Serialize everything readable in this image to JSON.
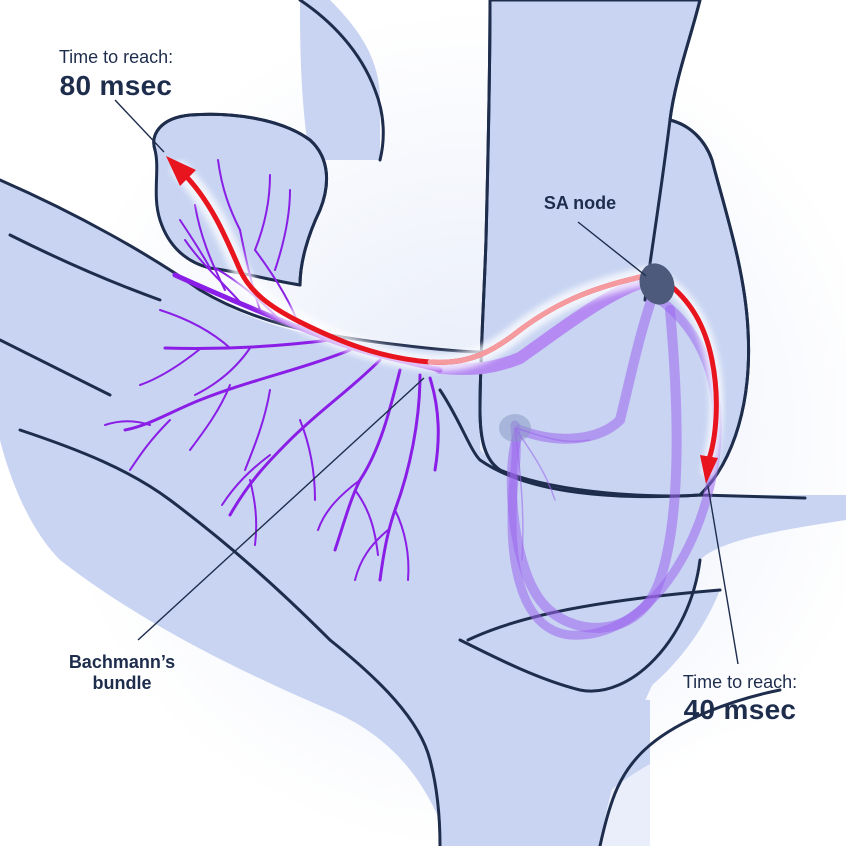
{
  "labels": {
    "top_time_caption": "Time to reach:",
    "top_time_value": "80 msec",
    "sa_node": "SA node",
    "bachmann_line1": "Bachmann’s",
    "bachmann_line2": "bundle",
    "bottom_time_caption": "Time to reach:",
    "bottom_time_value": "40 msec"
  },
  "colors": {
    "tissue": "#c8d4f2",
    "outline": "#1f2d4d",
    "conduction_path": "#e8141e",
    "bachmann_fibers": "#8a1ee6",
    "sa_node": "#4d5a7c"
  }
}
